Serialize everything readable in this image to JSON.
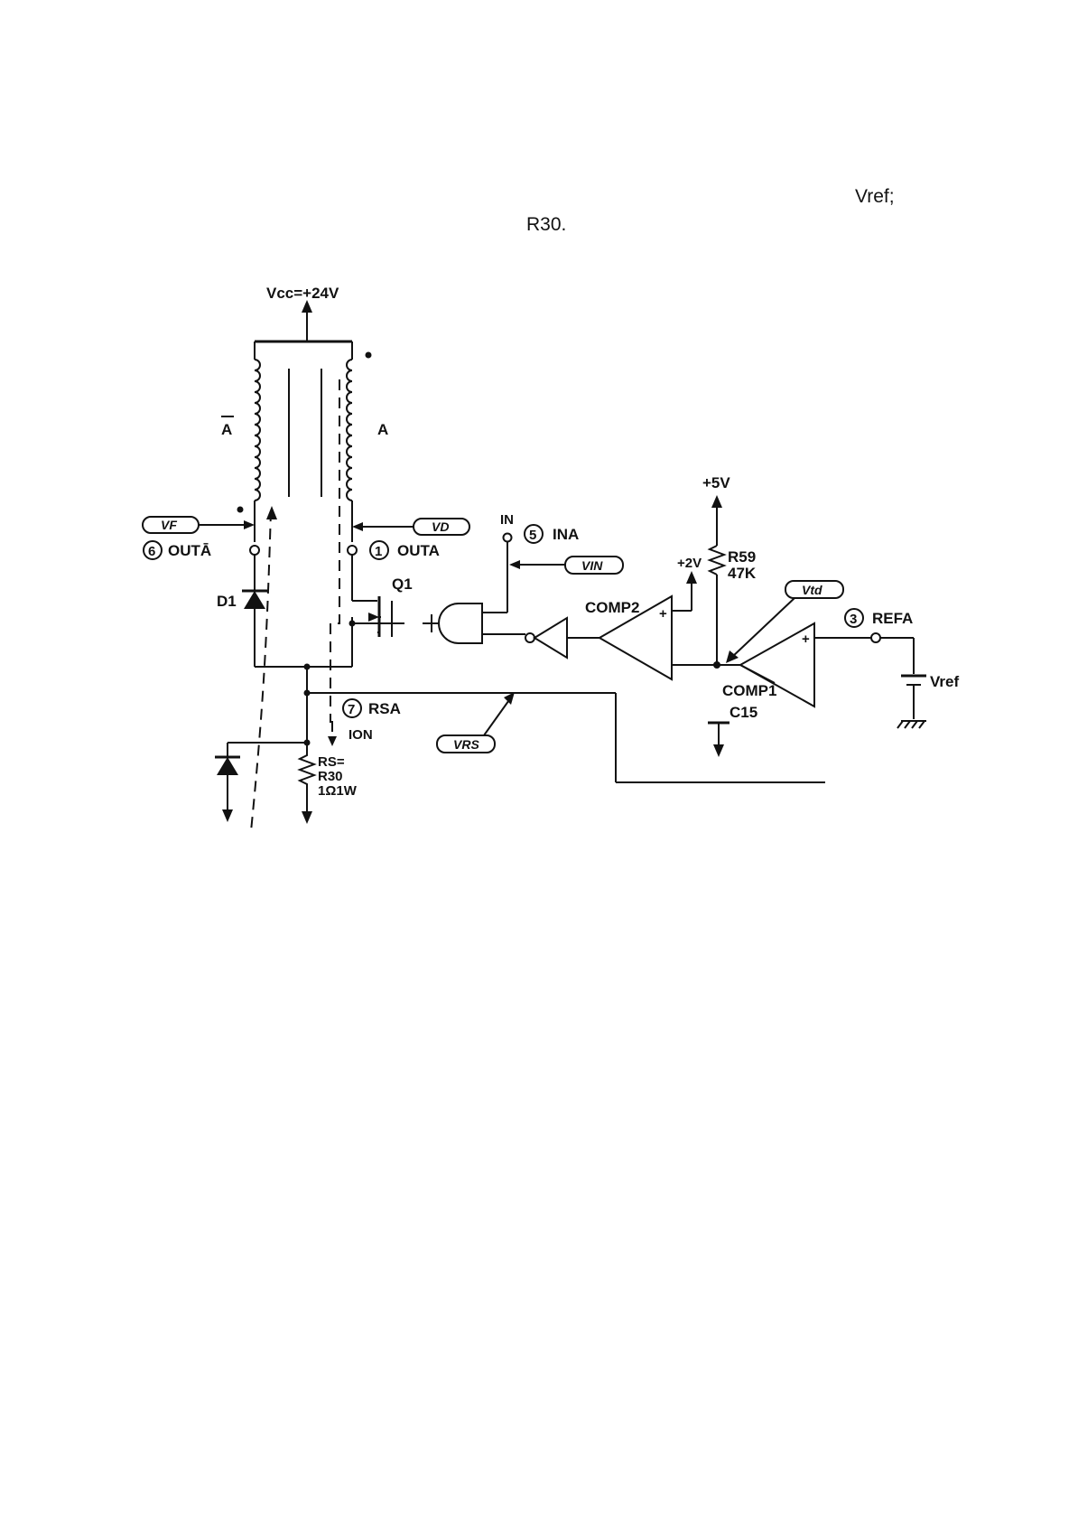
{
  "text_fragments": {
    "vref": "Vref;",
    "r30": "R30."
  },
  "diagram": {
    "supply": "Vcc=+24V",
    "coil_a_bar": "A",
    "coil_a": "A",
    "vf_tag": "VF",
    "vd_tag": "VD",
    "vin_tag": "VIN",
    "vtd_tag": "Vtd",
    "vrs_tag": "VRS",
    "pin6": "6",
    "pin6_label": "OUTĀ",
    "pin1": "1",
    "pin1_label": "OUTA",
    "pin5": "5",
    "pin5_label": "INA",
    "pin7": "7",
    "pin7_label": "RSA",
    "pin3": "3",
    "pin3_label": "REFA",
    "in_label": "IN",
    "d1": "D1",
    "q1": "Q1",
    "comp2": "COMP2",
    "comp1": "COMP1",
    "plus": "+",
    "v5": "+5V",
    "v2": "+2V",
    "r59": "R59",
    "r59_val": "47K",
    "c15": "C15",
    "ion": "ION",
    "rs_1": "RS=",
    "rs_2": "R30",
    "rs_3": "1Ω1W",
    "vref": "Vref"
  }
}
